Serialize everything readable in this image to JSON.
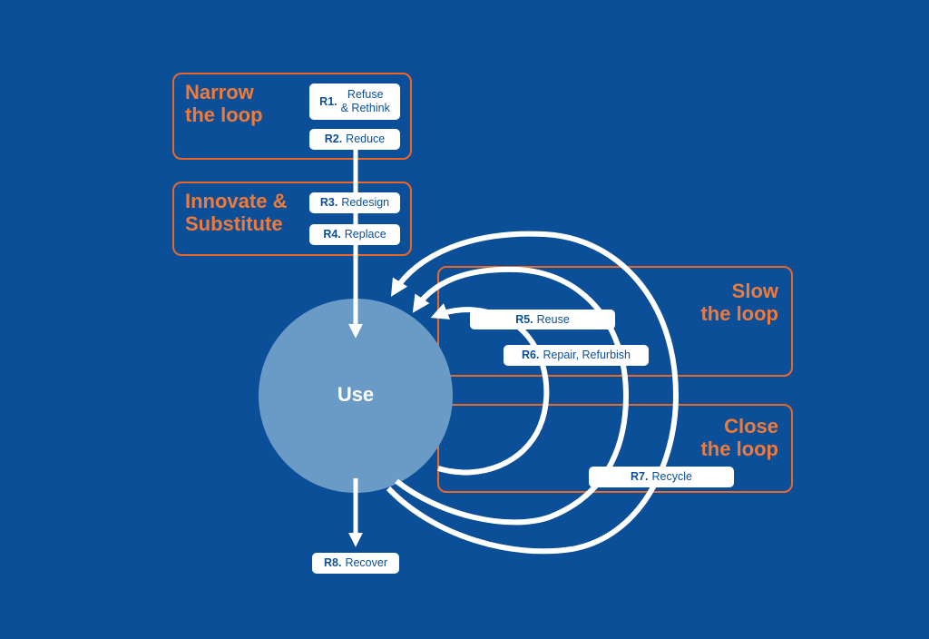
{
  "colors": {
    "background": "#0b4f98",
    "accent_orange": "#e8682a",
    "use_circle": "#6a9bc6",
    "arrow": "#ffffff"
  },
  "groups": {
    "narrow": {
      "title": "Narrow\nthe loop"
    },
    "innovate": {
      "title": "Innovate &\nSubstitute"
    },
    "slow": {
      "title": "Slow\nthe loop"
    },
    "close": {
      "title": "Close\nthe loop"
    }
  },
  "center": {
    "label": "Use"
  },
  "strategies": {
    "r1": {
      "code": "R1.",
      "label": "Refuse\n& Rethink"
    },
    "r2": {
      "code": "R2.",
      "label": "Reduce"
    },
    "r3": {
      "code": "R3.",
      "label": "Redesign"
    },
    "r4": {
      "code": "R4.",
      "label": "Replace"
    },
    "r5": {
      "code": "R5.",
      "label": "Reuse"
    },
    "r6": {
      "code": "R6.",
      "label": "Repair, Refurbish"
    },
    "r7": {
      "code": "R7.",
      "label": "Recycle"
    },
    "r8": {
      "code": "R8.",
      "label": "Recover"
    }
  }
}
